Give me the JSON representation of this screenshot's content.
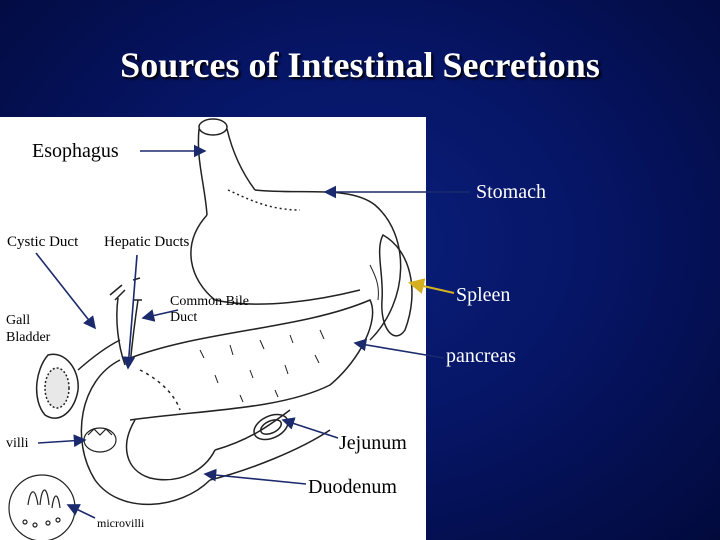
{
  "slide": {
    "title": "Sources of Intestinal Secretions"
  },
  "labels": {
    "esophagus": "Esophagus",
    "stomach": "Stomach",
    "cystic_duct": "Cystic Duct",
    "hepatic_ducts": "Hepatic Ducts",
    "common_bile_duct_line1": "Common Bile",
    "common_bile_duct_line2": "Duct",
    "gall_bladder_line1": "Gall",
    "gall_bladder_line2": "Bladder",
    "spleen": "Spleen",
    "pancreas": "pancreas",
    "villi": "villi",
    "jejunum": "Jejunum",
    "duodenum": "Duodenum",
    "microvilli": "microvilli"
  },
  "colors": {
    "background": "#061566",
    "panel": "#ffffff",
    "arrow": "#1a2a6c",
    "spleen_arrow": "#d4b020"
  }
}
